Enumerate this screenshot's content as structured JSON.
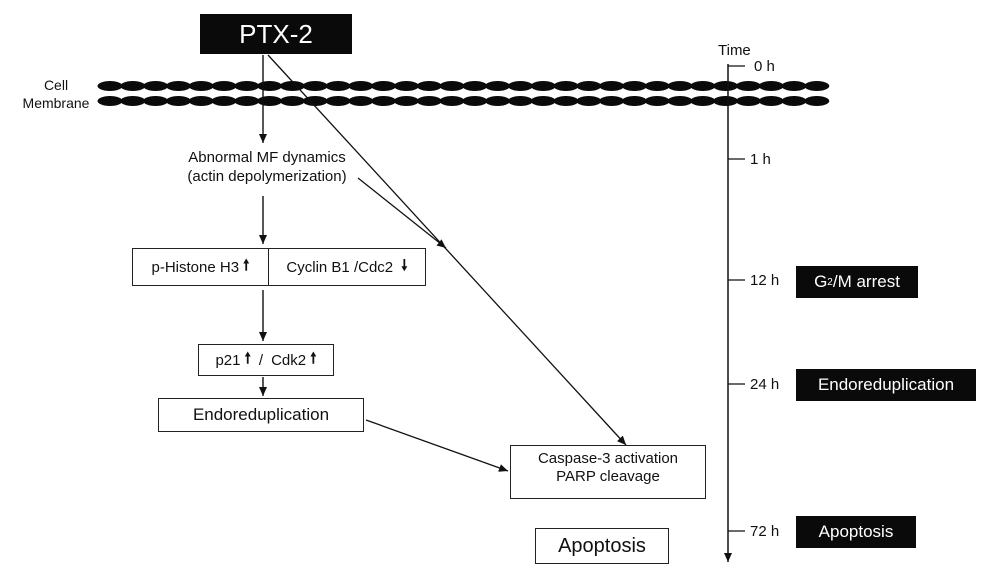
{
  "ptx_label": "PTX-2",
  "membrane_label": [
    "Cell",
    "Membrane"
  ],
  "abnormal_mf": [
    "Abnormal MF dynamics",
    "(actin depolymerization)"
  ],
  "histone_label": "p-Histone H3",
  "cyclin_label": "Cyclin B1 /Cdc2",
  "p21_label": "p21",
  "slash": "/",
  "cdk2_label": "Cdk2",
  "endo_box": "Endoreduplication",
  "caspase_box": [
    "Caspase-3 activation",
    "PARP cleavage"
  ],
  "apoptosis_box": "Apoptosis",
  "up_arrow": "🠕",
  "down_arrow": "🠗",
  "timeline": {
    "title": "Time",
    "ticks": [
      "0 h",
      "1 h",
      "12 h",
      "24 h",
      "72 h"
    ]
  },
  "stages": {
    "g2m_prefix": "G",
    "g2m_sub": "2",
    "g2m_suffix": "/M arrest",
    "endo": "Endoreduplication",
    "apoptosis": "Apoptosis"
  }
}
